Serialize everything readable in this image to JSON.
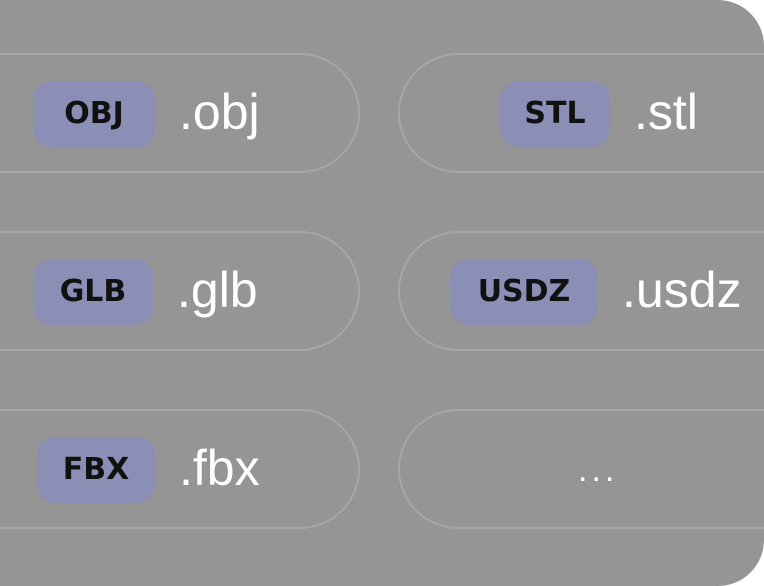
{
  "formats": [
    {
      "badge": "OBJ",
      "extension": ".obj"
    },
    {
      "badge": "STL",
      "extension": ".stl"
    },
    {
      "badge": "GLB",
      "extension": ".glb"
    },
    {
      "badge": "USDZ",
      "extension": ".usdz"
    },
    {
      "badge": "FBX",
      "extension": ".fbx"
    }
  ],
  "more": {
    "label": "..."
  },
  "colors": {
    "background": "#959595",
    "badge": "#8b8fb6",
    "badge_text": "#111111",
    "extension_text": "#ffffff",
    "pill_border": "#a6a6a6"
  }
}
